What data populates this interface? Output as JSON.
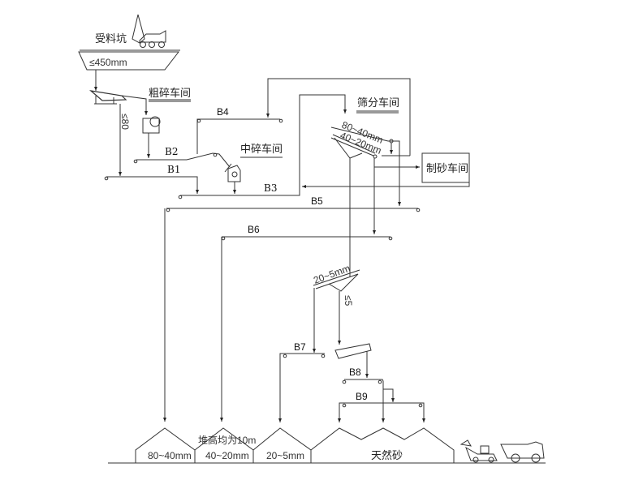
{
  "title": "砂石料生产工艺流程图",
  "workshops": {
    "receiving_pit": "受料坑",
    "primary_crushing": "粗碎车间",
    "secondary_crushing": "中碎车间",
    "screening": "筛分车间",
    "sand_making": "制砂车间"
  },
  "sizes": {
    "feed": "≤450mm",
    "primary_out": "≤80",
    "screen_top": "80~40mm",
    "screen_bottom": "40~20mm",
    "screen2": "20~5mm",
    "fines": "≤5"
  },
  "conveyors": [
    "B1",
    "B2",
    "B3",
    "B4",
    "B5",
    "B6",
    "B7",
    "B8",
    "B9"
  ],
  "stockpiles": {
    "note": "堆高均为10m",
    "items": [
      "80~40mm",
      "40~20mm",
      "20~5mm",
      "天然砂"
    ]
  }
}
